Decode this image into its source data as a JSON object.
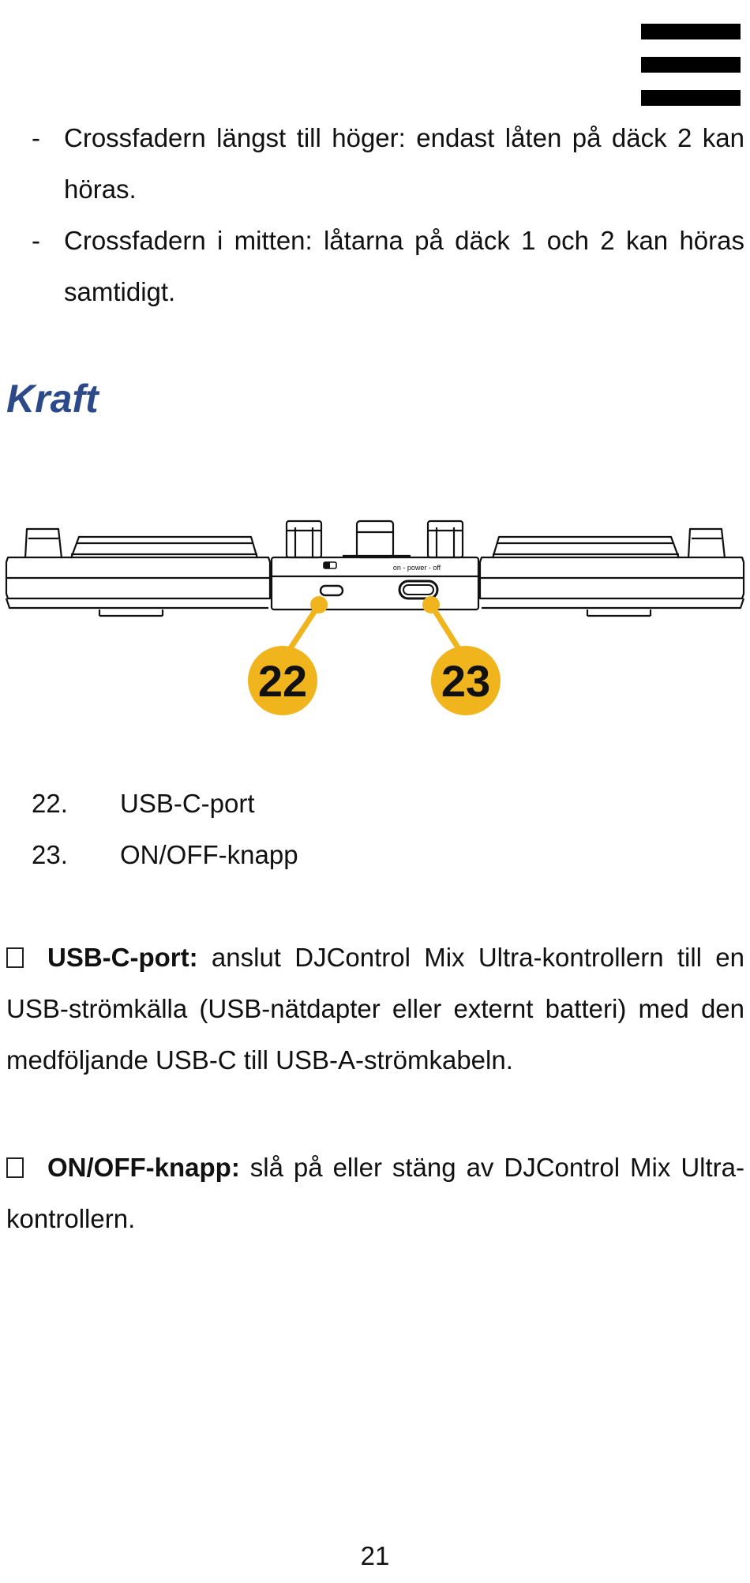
{
  "dash_items": [
    "Crossfadern längst till höger: endast låten på däck 2 kan höras.",
    "Crossfadern i mitten: låtarna på däck 1 och 2 kan höras samtidigt."
  ],
  "section_title": "Kraft",
  "figure": {
    "switch_label": "on - power - off",
    "callout_22": "22",
    "callout_23": "23",
    "callout_color": "#f0b41c"
  },
  "numbered_items": [
    {
      "number": "22.",
      "label": "USB-C-port"
    },
    {
      "number": "23.",
      "label": "ON/OFF-knapp"
    }
  ],
  "descriptions": [
    {
      "term": "USB-C-port:",
      "text": " anslut DJControl Mix Ultra-kontrollern till en USB-strömkälla (USB-nätdapter eller externt batteri) med den medföljande USB-C till USB-A-strömkabeln."
    },
    {
      "term": "ON/OFF-knapp:",
      "text": " slå på eller stäng av DJControl Mix Ultra-kontrollern."
    }
  ],
  "page_number": "21",
  "colors": {
    "title": "#2c4a8a",
    "accent": "#f0b41c"
  }
}
